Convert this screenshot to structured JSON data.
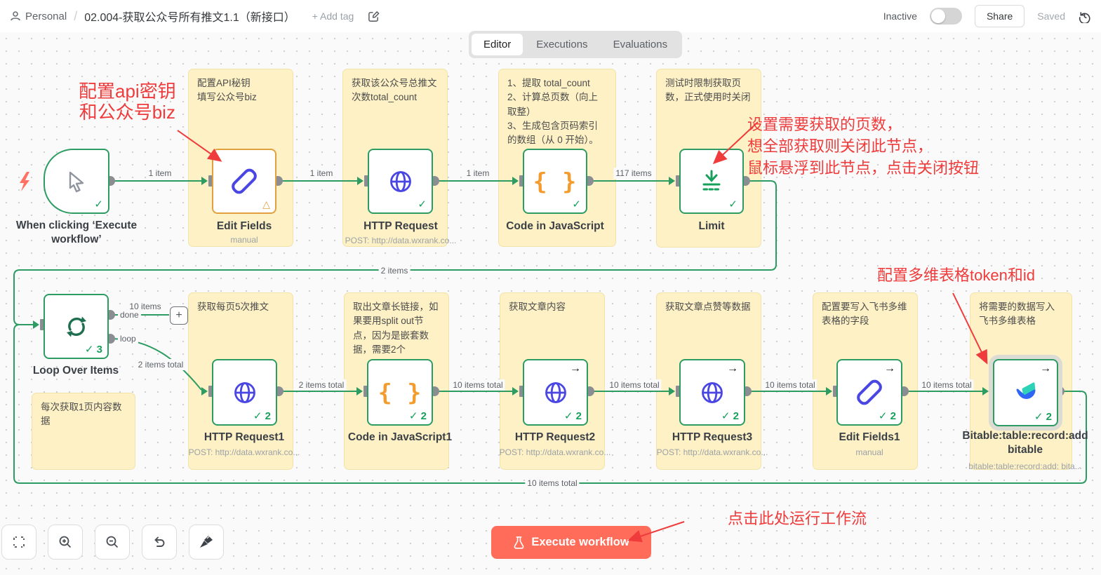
{
  "header": {
    "workspace": "Personal",
    "title": "02.004-获取公众号所有推文1.1（新接口）",
    "add_tag": "+ Add tag",
    "status": "Inactive",
    "share": "Share",
    "saved": "Saved"
  },
  "tabs": {
    "editor": "Editor",
    "executions": "Executions",
    "evaluations": "Evaluations"
  },
  "icons": {
    "code_braces": "{ }"
  },
  "canvas": {
    "annotations": {
      "a0": "配置api密钥\n和公众号biz",
      "a1": "设置需要获取的页数，\n想全部获取则关闭此节点，\n鼠标悬浮到此节点，点击关闭按钮",
      "a2": "配置多维表格token和id",
      "a3": "点击此处运行工作流"
    },
    "stickies": {
      "s0": "配置API秘钥\n填写公众号biz",
      "s1": "获取该公众号总推文次数total_count",
      "s2": "1、提取 total_count\n2、计算总页数（向上取整）\n3、生成包含页码索引的数组（从 0 开始）。",
      "s3": "测试时限制获取页数，正式使用时关闭",
      "s4": "获取每页5次推文",
      "s5": "取出文章长链接，如果要用split out节点，因为是嵌套数据，需要2个",
      "s6": "获取文章内容",
      "s7": "获取文章点赞等数据",
      "s8": "配置要写入飞书多维表格的字段",
      "s9": "将需要的数据写入飞书多维表格",
      "s10": "每次获取1页内容数据"
    },
    "nodes": {
      "trigger": {
        "label": "When clicking ‘Execute workflow’",
        "badge": "✓"
      },
      "edit_fields": {
        "label": "Edit Fields",
        "sub": "manual",
        "badge": "△"
      },
      "http": {
        "label": "HTTP Request",
        "sub": "POST: http://data.wxrank.co...",
        "badge": "✓"
      },
      "code": {
        "label": "Code in JavaScript",
        "badge": "✓"
      },
      "limit": {
        "label": "Limit",
        "badge": "✓"
      },
      "loop": {
        "label": "Loop Over Items",
        "badge": "✓ 3",
        "port_done": "done",
        "port_loop": "loop",
        "add": "+"
      },
      "http1": {
        "label": "HTTP Request1",
        "sub": "POST: http://data.wxrank.co...",
        "badge": "✓ 2"
      },
      "code1": {
        "label": "Code in JavaScript1",
        "badge": "✓ 2"
      },
      "http2": {
        "label": "HTTP Request2",
        "sub": "POST: http://data.wxrank.co...",
        "badge": "✓ 2",
        "exec": "→"
      },
      "http3": {
        "label": "HTTP Request3",
        "sub": "POST: http://data.wxrank.co...",
        "badge": "✓ 2",
        "exec": "→"
      },
      "edit_fields1": {
        "label": "Edit Fields1",
        "sub": "manual",
        "badge": "✓ 2",
        "exec": "→"
      },
      "bitable": {
        "label": "Bitable:table:record:add bitable",
        "sub": "bitable:table:record:add: bita...",
        "badge": "✓ 2",
        "exec": "→"
      }
    },
    "edge_labels": {
      "e0": "1 item",
      "e1": "1 item",
      "e2": "1 item",
      "e3": "117 items",
      "e4": "2 items",
      "e5": "10 items",
      "e6": "done",
      "e7": "loop",
      "e8": "2 items total",
      "e9": "2 items total",
      "e10": "10 items total",
      "e11": "10 items total",
      "e12": "10 items total",
      "e13": "10 items total",
      "e14": "10 items total"
    }
  },
  "footer": {
    "execute": "Execute workflow"
  },
  "colors": {
    "connection_green": "#2d9c63",
    "check_green": "#17a05c",
    "node_blue": "#4946e3",
    "code_orange": "#f39c2d",
    "warn_orange": "#e2a13e",
    "annotation_red": "#ef3b3b",
    "primary_button": "#ff6d5a",
    "sticky_yellow": "#fdf1c5",
    "bitable_teal": "#2ed3b7",
    "bitable_blue": "#2f66f5",
    "bolt_coral": "#ff7264"
  }
}
